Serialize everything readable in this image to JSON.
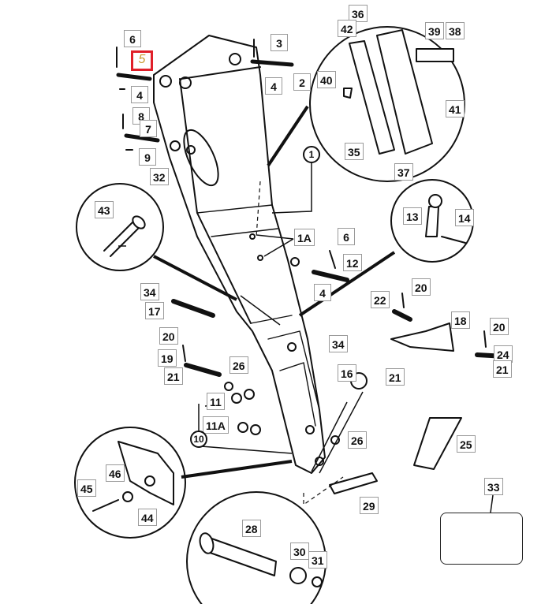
{
  "parts": {
    "p36": "36",
    "p42": "42",
    "p39": "39",
    "p38": "38",
    "p40": "40",
    "p41": "41",
    "p35": "35",
    "p37": "37",
    "p6a": "6",
    "p5": "5",
    "p4a": "4",
    "p3": "3",
    "p4b": "4",
    "p2": "2",
    "p8": "8",
    "p7": "7",
    "p9": "9",
    "p32": "32",
    "p43": "43",
    "p1A": "1A",
    "p6b": "6",
    "p12": "12",
    "p4c": "4",
    "p13": "13",
    "p14": "14",
    "p34a": "34",
    "p17": "17",
    "p20a": "20",
    "p22": "22",
    "p20b": "20",
    "p18": "18",
    "p20c": "20",
    "p24": "24",
    "p21a": "21",
    "p34b": "34",
    "p19": "19",
    "p21b": "21",
    "p26a": "26",
    "p16": "16",
    "p21c": "21",
    "p11": "11",
    "p11A": "11A",
    "p25": "25",
    "p26b": "26",
    "p46": "46",
    "p45": "45",
    "p44": "44",
    "p29": "29",
    "p33": "33",
    "p28": "28",
    "p30": "30",
    "p31": "31"
  },
  "callouts": {
    "c1": "1",
    "c10": "10"
  }
}
